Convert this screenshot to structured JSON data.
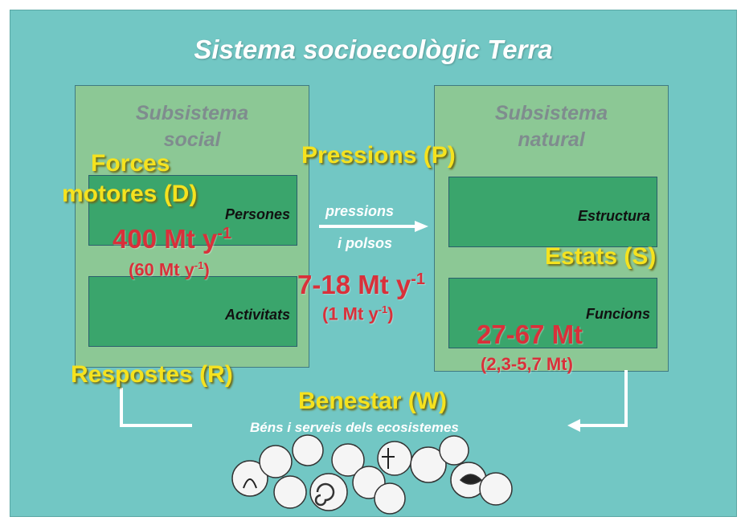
{
  "title": "Sistema socioecològic Terra",
  "social": {
    "title_line1": "Subsistema",
    "title_line2": "social",
    "box_people": "Persones",
    "box_activities": "Activitats"
  },
  "natural": {
    "title_line1": "Subsistema",
    "title_line2": "natural",
    "box_structure": "Estructura",
    "box_functions": "Funcions"
  },
  "arrow": {
    "line1": "pressions",
    "line2": "i polsos"
  },
  "dpsir": {
    "drivers_line1": "Forces",
    "drivers_line2": "motores (D)",
    "pressures": "Pressions (P)",
    "states": "Estats (S)",
    "responses": "Respostes (R)",
    "welfare": "Benestar (W)",
    "services": "Béns i serveis dels ecosistemes"
  },
  "values": {
    "drivers_main": "400 Mt y",
    "drivers_main_sup": "-1",
    "drivers_sub": "(60 Mt y",
    "drivers_sub_sup": "-1",
    "drivers_sub_end": ")",
    "pressures_main": "7-18 Mt y",
    "pressures_main_sup": "-1",
    "pressures_sub": "(1 Mt y",
    "pressures_sub_sup": "-1",
    "pressures_sub_end": ")",
    "states_main": "27-67 Mt",
    "states_sub": "(2,3-5,7 Mt)"
  },
  "colors": {
    "background": "#72c7c4",
    "panel": "#8cc895",
    "box": "#3aa56c",
    "dpsir_label": "#f5e21f",
    "value_label": "#d9303a"
  }
}
